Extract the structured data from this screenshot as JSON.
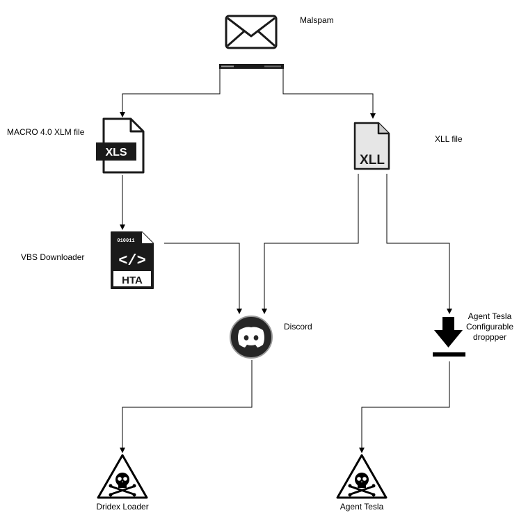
{
  "nodes": {
    "malspam": {
      "label": "Malspam",
      "icon": "envelope-icon"
    },
    "xls": {
      "label": "MACRO 4.0 XLM file",
      "icon_text": "XLS",
      "icon": "xls-file-icon"
    },
    "xll": {
      "label": "XLL file",
      "icon_text": "XLL",
      "icon": "xll-file-icon"
    },
    "hta": {
      "label": "VBS Downloader",
      "icon_text": "HTA",
      "icon_code": "010011",
      "icon": "hta-file-icon"
    },
    "discord": {
      "label": "Discord",
      "icon": "discord-icon"
    },
    "dropper": {
      "label_lines": [
        "Agent Tesla",
        "Configurable",
        "droppper"
      ],
      "icon": "download-icon"
    },
    "dridex": {
      "label": "Dridex Loader",
      "icon": "skull-warning-icon"
    },
    "agent_tesla": {
      "label": "Agent Tesla",
      "icon": "skull-warning-icon"
    }
  },
  "edges": [
    {
      "from": "malspam",
      "to": "xls"
    },
    {
      "from": "malspam",
      "to": "xll"
    },
    {
      "from": "xls",
      "to": "hta"
    },
    {
      "from": "hta",
      "to": "discord"
    },
    {
      "from": "xll",
      "to": "discord"
    },
    {
      "from": "xll",
      "to": "dropper"
    },
    {
      "from": "discord",
      "to": "dridex"
    },
    {
      "from": "dropper",
      "to": "agent_tesla"
    }
  ],
  "colors": {
    "line": "#000000",
    "icon_dark": "#1a1a1a",
    "xll_fill": "#e6e6e6"
  }
}
